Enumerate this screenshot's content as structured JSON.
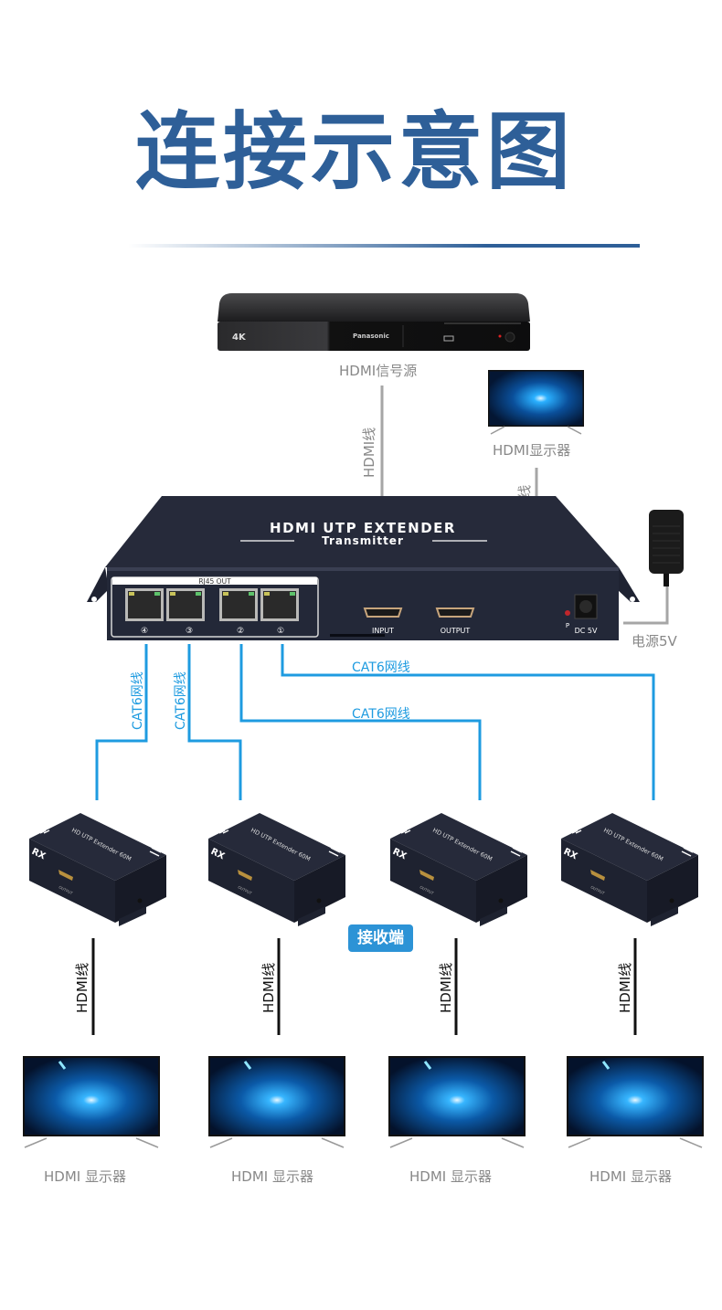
{
  "title": "连接示意图",
  "source": {
    "label": "HDMI信号源",
    "device_brand": "Panasonic",
    "device_badge": "4K"
  },
  "local_display": {
    "label": "HDMI显示器"
  },
  "cables": {
    "hdmi_input": "HDMI线",
    "hdmi_output": "HDMI线",
    "power": "电源5V",
    "cat6_port1": "CAT6网线",
    "cat6_port2": "CAT6网线",
    "cat6_port3": "CAT6网线",
    "cat6_port4": "CAT6网线"
  },
  "transmitter": {
    "name": "HDMI UTP EXTENDER",
    "subtitle": "Transmitter",
    "rj45_label": "RJ45  OUT",
    "ports": [
      "④",
      "③",
      "②",
      "①"
    ],
    "input_label": "INPUT",
    "output_label": "OUTPUT",
    "power_led_label": "P",
    "dc_label": "DC 5V"
  },
  "receivers": {
    "badge": "接收端",
    "units": [
      {
        "tag": "RX",
        "model": "HD UTP Extender 60M",
        "port": "OUTPUT",
        "cable": "HDMI线",
        "display": "HDMI 显示器"
      },
      {
        "tag": "RX",
        "model": "HD UTP Extender 60M",
        "port": "OUTPUT",
        "cable": "HDMI线",
        "display": "HDMI 显示器"
      },
      {
        "tag": "RX",
        "model": "HD UTP Extender 60M",
        "port": "OUTPUT",
        "cable": "HDMI线",
        "display": "HDMI 显示器"
      },
      {
        "tag": "RX",
        "model": "HD UTP Extender 60M",
        "port": "OUTPUT",
        "cable": "HDMI线",
        "display": "HDMI 显示器"
      }
    ]
  },
  "colors": {
    "title": "#2e5f98",
    "cat6": "#1e9be0",
    "hdmi_cable_top": "#a6a6a6",
    "hdmi_cable_bottom": "#111111",
    "device_body": "#232838",
    "badge": "#2c93d6"
  }
}
